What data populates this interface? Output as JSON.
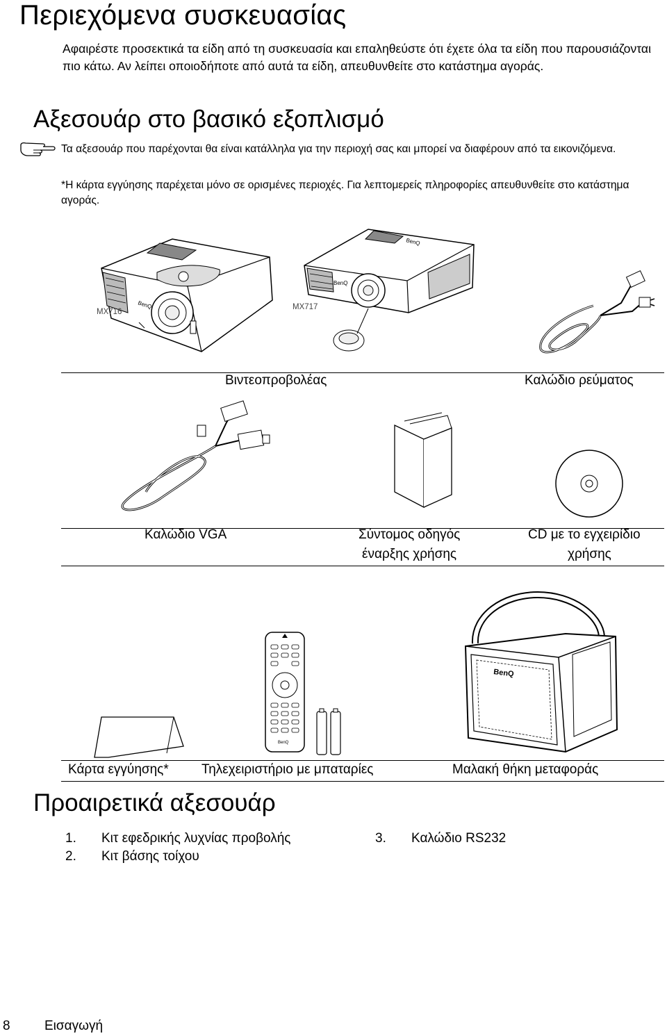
{
  "page": {
    "title": "Περιεχόμενα συσκευασίας",
    "intro": "Αφαιρέστε προσεκτικά τα είδη από τη συσκευασία και επαληθεύστε ότι έχετε όλα τα είδη που παρουσιάζονται πιο κάτω. Αν λείπει οποιοδήποτε από αυτά τα είδη, απευθυνθείτε στο κατάστημα αγοράς."
  },
  "standard": {
    "title": "Αξεσουάρ στο βασικό εξοπλισμό",
    "note1": "Τα αξεσουάρ που παρέχονται θα είναι κατάλληλα για την περιοχή σας και μπορεί να διαφέρουν από τα εικονιζόμενα.",
    "note2": "*Η κάρτα εγγύησης παρέχεται μόνο σε ορισμένες περιοχές. Για λεπτομερείς πληροφορίες απευθυνθείτε στο κατάστημα αγοράς.",
    "models": [
      "MX716",
      "MX717"
    ],
    "brand": "BenQ",
    "items": {
      "projector": "Βιντεοπροβολέας",
      "power_cord": "Καλώδιο ρεύματος",
      "vga_cable": "Καλώδιο VGA",
      "quick_start_line1": "Σύντομος οδηγός",
      "quick_start_line2": "έναρξης χρήσης",
      "cd_line1": "CD με το εγχειρίδιο",
      "cd_line2": "χρήσης",
      "warranty": "Κάρτα εγγύησης*",
      "remote": "Τηλεχειριστήριο με μπαταρίες",
      "case": "Μαλακή θήκη μεταφοράς"
    }
  },
  "optional": {
    "title": "Προαιρετικά αξεσουάρ",
    "items": [
      {
        "num": "1.",
        "label": "Κιτ εφεδρικής λυχνίας προβολής"
      },
      {
        "num": "2.",
        "label": "Κιτ βάσης τοίχου"
      },
      {
        "num": "3.",
        "label": "Καλώδιο RS232"
      }
    ]
  },
  "footer": {
    "page_number": "8",
    "section": "Εισαγωγή"
  }
}
